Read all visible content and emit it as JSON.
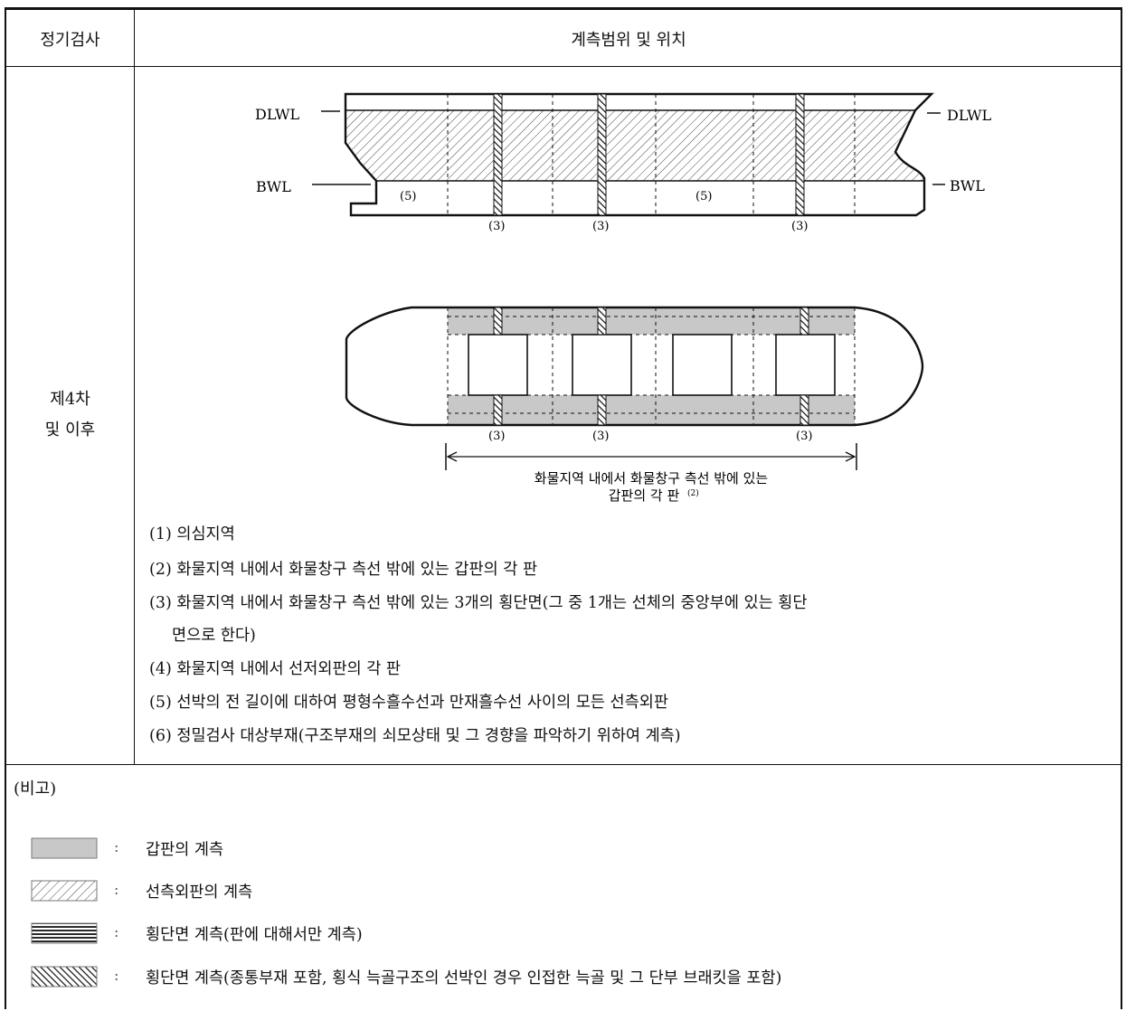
{
  "table": {
    "col1_header": "정기검사",
    "col2_header": "계측범위 및 위치",
    "row_label_line1": "제4차",
    "row_label_line2": "및 이후"
  },
  "diagram": {
    "side_view": {
      "dlwl_left": "DLWL",
      "dlwl_right": "DLWL",
      "bwl_left": "BWL",
      "bwl_right": "BWL",
      "zone_label_1": "(5)",
      "zone_label_2": "(5)",
      "section_label_1": "(3)",
      "section_label_2": "(3)",
      "section_label_3": "(3)"
    },
    "plan_view": {
      "section_label_1": "(3)",
      "section_label_2": "(3)",
      "section_label_3": "(3)",
      "dimension_caption_line1": "화물지역 내에서 화물창구 측선 밖에 있는",
      "dimension_caption_line2": "갑판의 각 판",
      "dimension_caption_ref": "(2)"
    }
  },
  "notes": [
    "(1) 의심지역",
    "(2) 화물지역 내에서 화물창구 측선 밖에 있는 갑판의 각 판",
    "(3) 화물지역 내에서 화물창구 측선 밖에 있는 3개의 횡단면(그 중 1개는 선체의 중앙부에 있는 횡단",
    "면으로 한다)",
    "(4) 화물지역 내에서 선저외판의 각 판",
    "(5) 선박의 전 길이에 대하여 평형수흘수선과 만재흘수선 사이의 모든 선측외판",
    "(6) 정밀검사 대상부재(구조부재의 쇠모상태 및 그 경향을 파악하기 위하여 계측)"
  ],
  "remarks": {
    "heading": "(비고)",
    "legend": [
      {
        "swatch": "gray-fill",
        "colon": ":",
        "text": "갑판의 계측"
      },
      {
        "swatch": "thin-diagonal-hatch",
        "colon": ":",
        "text": "선측외판의 계측"
      },
      {
        "swatch": "horizontal-lines",
        "colon": ":",
        "text": "횡단면 계측(판에 대해서만 계측)"
      },
      {
        "swatch": "thick-diagonal-hatch",
        "colon": ":",
        "text": "횡단면 계측(종통부재 포함, 횡식 늑골구조의 선박인 경우 인접한 늑골 및 그 단부 브래킷을 포함)"
      }
    ]
  },
  "colors": {
    "deck_gray": "#c8c8c8",
    "line": "#111111"
  }
}
